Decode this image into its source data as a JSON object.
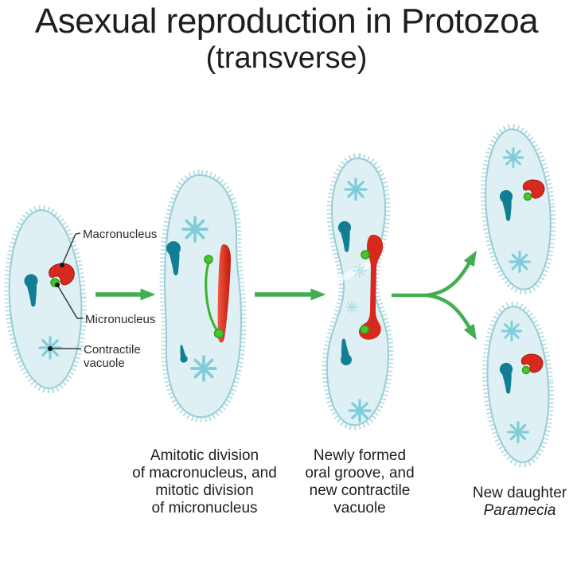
{
  "title": {
    "main": "Asexual reproduction in Protozoa",
    "sub": "(transverse)"
  },
  "organelle_labels": {
    "macronucleus": "Macronucleus",
    "micronucleus": "Micronucleus",
    "contractile_vacuole_line1": "Contractile",
    "contractile_vacuole_line2": "vacuole"
  },
  "captions": {
    "stage2": [
      "Amitotic division",
      "of macronucleus, and",
      "mitotic division",
      "of micronucleus"
    ],
    "stage3": [
      "Newly formed",
      "oral groove, and",
      "new contractile",
      "vacuole"
    ],
    "stage4_line1": "New daughter",
    "stage4_line2": "Paramecia"
  },
  "icons": {
    "contractile_vacuole": "star-asterisk-icon",
    "oral_groove": "teal-balloon-shape",
    "macronucleus": "red-kidney-shape",
    "micronucleus": "green-dot",
    "flow": "green-arrow"
  },
  "colors": {
    "ink": "#1e1e1e",
    "label_ink": "#2b2b2b",
    "cell_body": "#def0f3",
    "cell_membrane": "#96cdd7",
    "cilia": "#b2dbe2",
    "vacuole_star": "#7fccd9",
    "oral_groove": "#117e95",
    "macronucleus_red": "#d62a1e",
    "macronucleus_red_dark": "#a81410",
    "micronucleus_green": "#4cc32e",
    "micronucleus_green_dark": "#2f9e1f",
    "spindle_green": "#3ab32b",
    "arrow_green": "#42ae51",
    "pointer_line": "#3c3c3c"
  }
}
